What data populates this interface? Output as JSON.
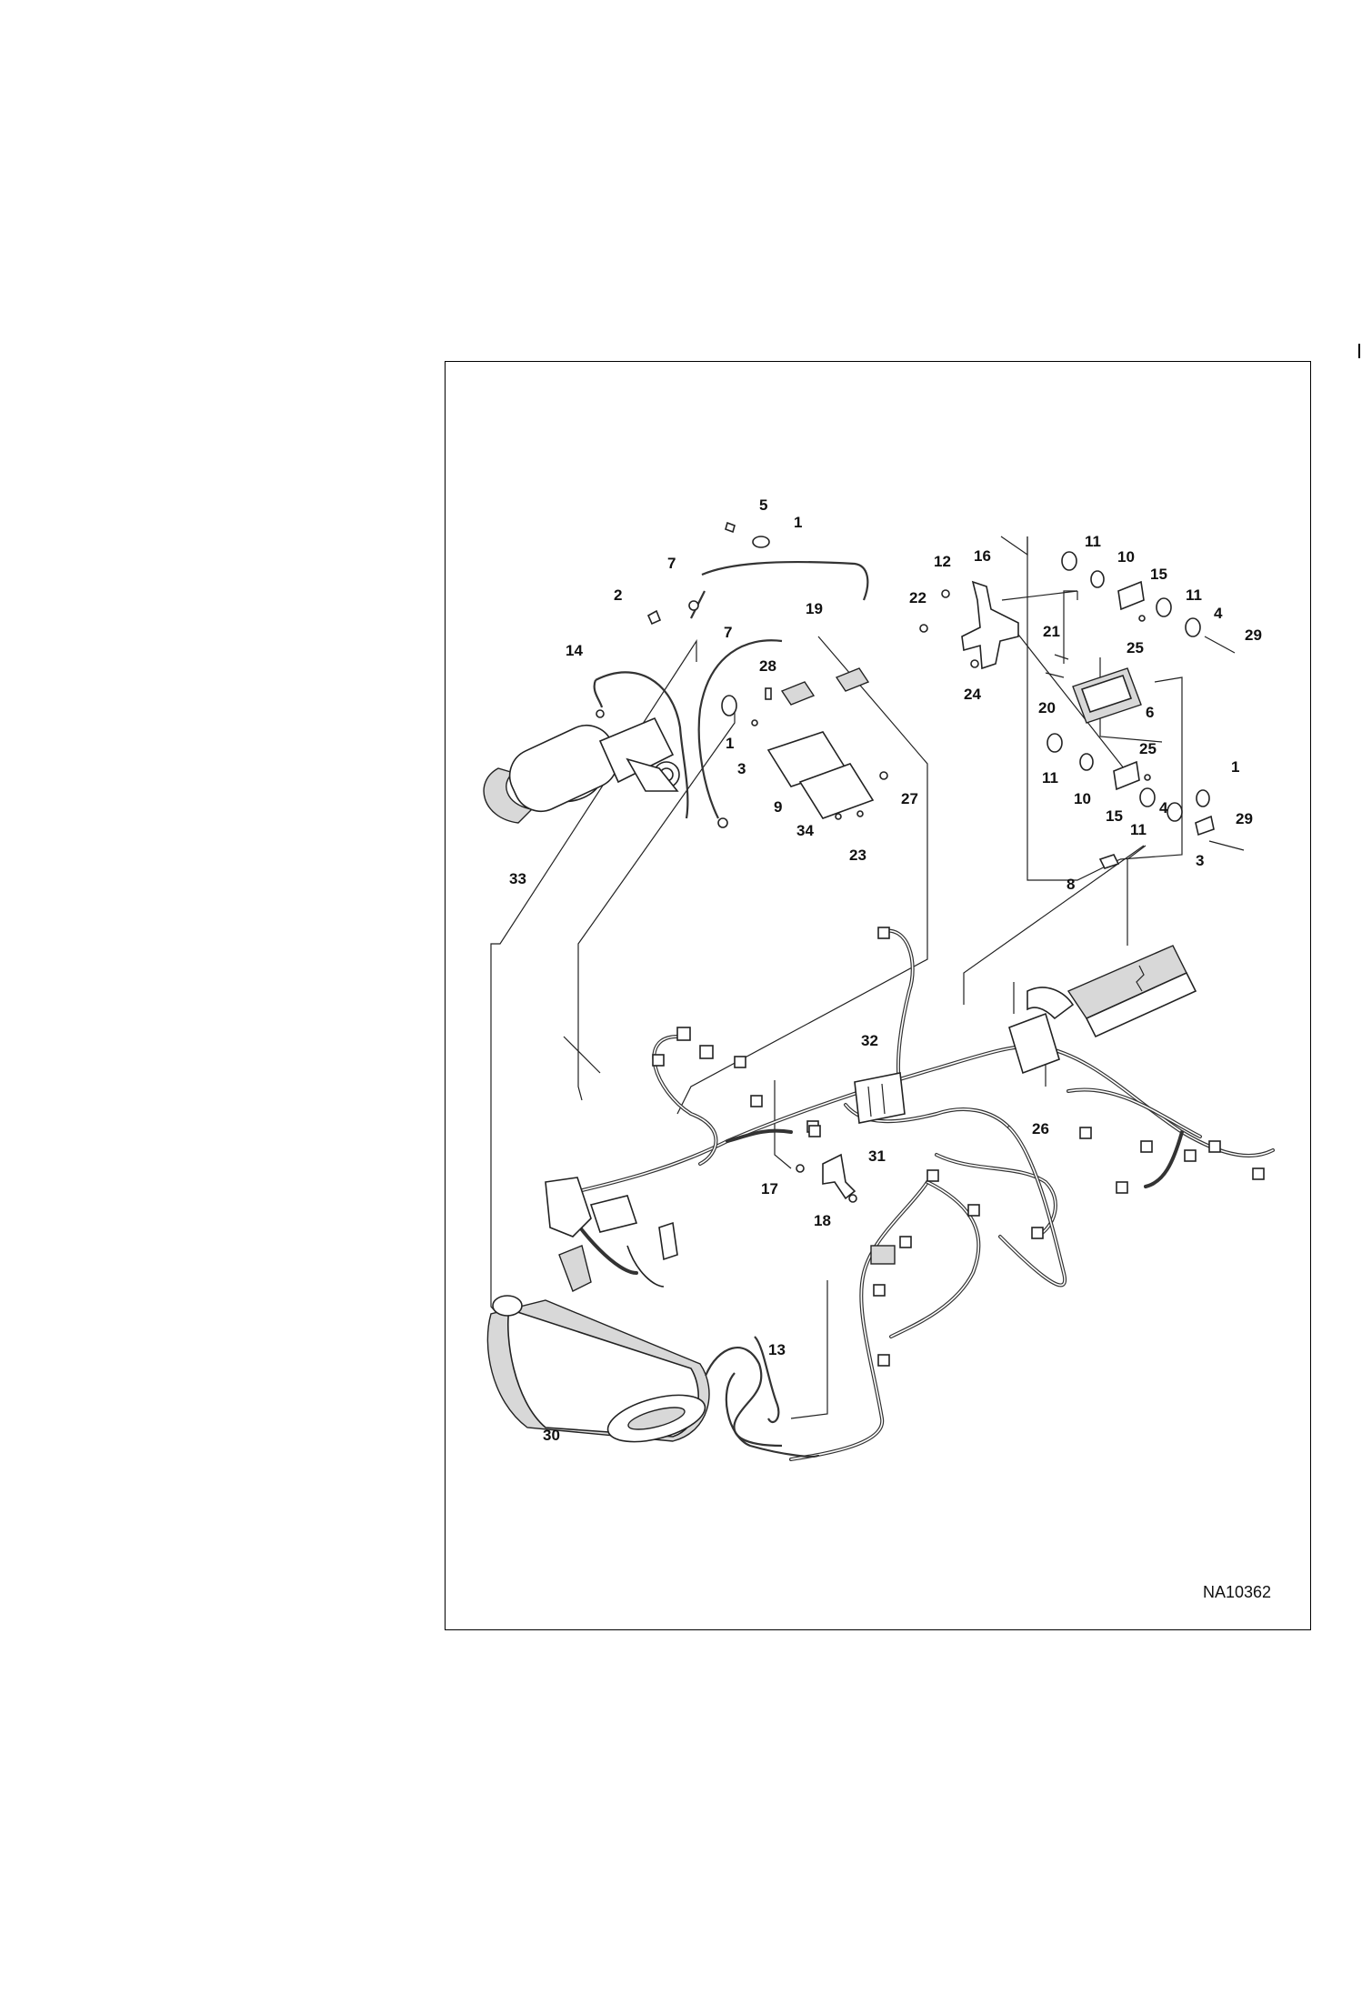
{
  "figure_ref": "NA10362",
  "callouts": [
    "5",
    "1",
    "7",
    "2",
    "19",
    "7",
    "14",
    "28",
    "1",
    "3",
    "9",
    "34",
    "27",
    "23",
    "33",
    "12",
    "16",
    "22",
    "21",
    "24",
    "20",
    "11",
    "10",
    "15",
    "11",
    "4",
    "29",
    "25",
    "6",
    "11",
    "10",
    "15",
    "11",
    "4",
    "25",
    "1",
    "29",
    "3",
    "8",
    "32",
    "26",
    "31",
    "17",
    "18",
    "13",
    "30"
  ]
}
